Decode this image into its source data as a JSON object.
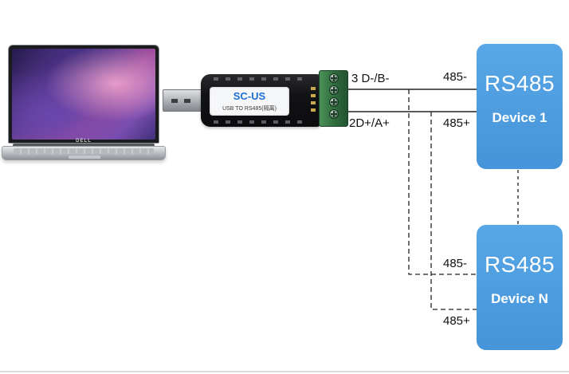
{
  "laptop": {
    "brand": "DELL"
  },
  "converter": {
    "model": "SC-US",
    "description": "USB TO RS485(隔离)"
  },
  "wiring": {
    "terminal_pin_top": "3 D-/B-",
    "terminal_pin_bottom": "2D+/A+",
    "device1_minus": "485-",
    "device1_plus": "485+",
    "deviceN_minus": "485-",
    "deviceN_plus": "485+"
  },
  "devices": [
    {
      "title": "RS485",
      "name": "Device 1"
    },
    {
      "title": "RS485",
      "name": "Device N"
    }
  ],
  "colors": {
    "device_box_blue": "#4d9de2",
    "terminal_green": "#2e6b3c",
    "converter_model_blue": "#1f6fd4",
    "wire_line": "#222222"
  }
}
